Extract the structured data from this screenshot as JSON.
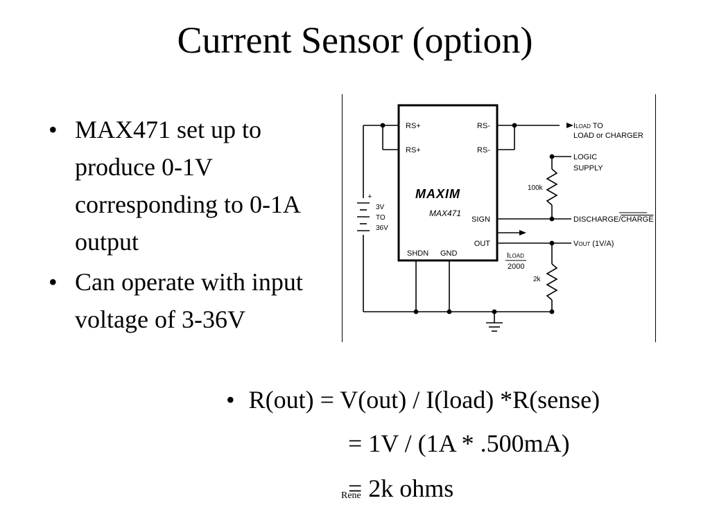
{
  "slide": {
    "title": "Current Sensor (option)",
    "bullets": [
      {
        "text": "MAX471 set up to produce 0-1V corresponding to 0-1A output"
      },
      {
        "text": "Can operate with input voltage of 3-36V"
      }
    ],
    "bullet_glyph": "•",
    "equation": {
      "line1": "R(out) = V(out) / I(load) *R(sense)",
      "line2": "=  1V / (1A * .500mA)",
      "line3": "= 2k ohms"
    },
    "footer": {
      "author": "Rene"
    }
  },
  "diagram": {
    "chip_logo": "MAXIM",
    "chip_part": "MAX471",
    "pins": {
      "rs_plus_1": "RS+",
      "rs_plus_2": "RS+",
      "rs_minus_1": "RS-",
      "rs_minus_2": "RS-",
      "sign": "SIGN",
      "out": "OUT",
      "shdn": "SHDN",
      "gnd": "GND"
    },
    "battery": {
      "plus": "+",
      "line1": "3V",
      "line2": "TO",
      "line3": "36V"
    },
    "iload_label": {
      "i": "I",
      "sub": "LOAD",
      "to": " TO"
    },
    "load_or_charger": "LOAD or CHARGER",
    "logic_supply_1": "LOGIC",
    "logic_supply_2": "SUPPLY",
    "r_pullup": "100k",
    "discharge_label": "DISCHARGE/",
    "charge_label": "CHARGE",
    "vout_label": {
      "v": "V",
      "sub": "OUT",
      "rest": " (1V/A)"
    },
    "iout_fraction": {
      "i": "I",
      "sub": "LOAD",
      "denominator": "2000"
    },
    "r_out": "2k"
  }
}
